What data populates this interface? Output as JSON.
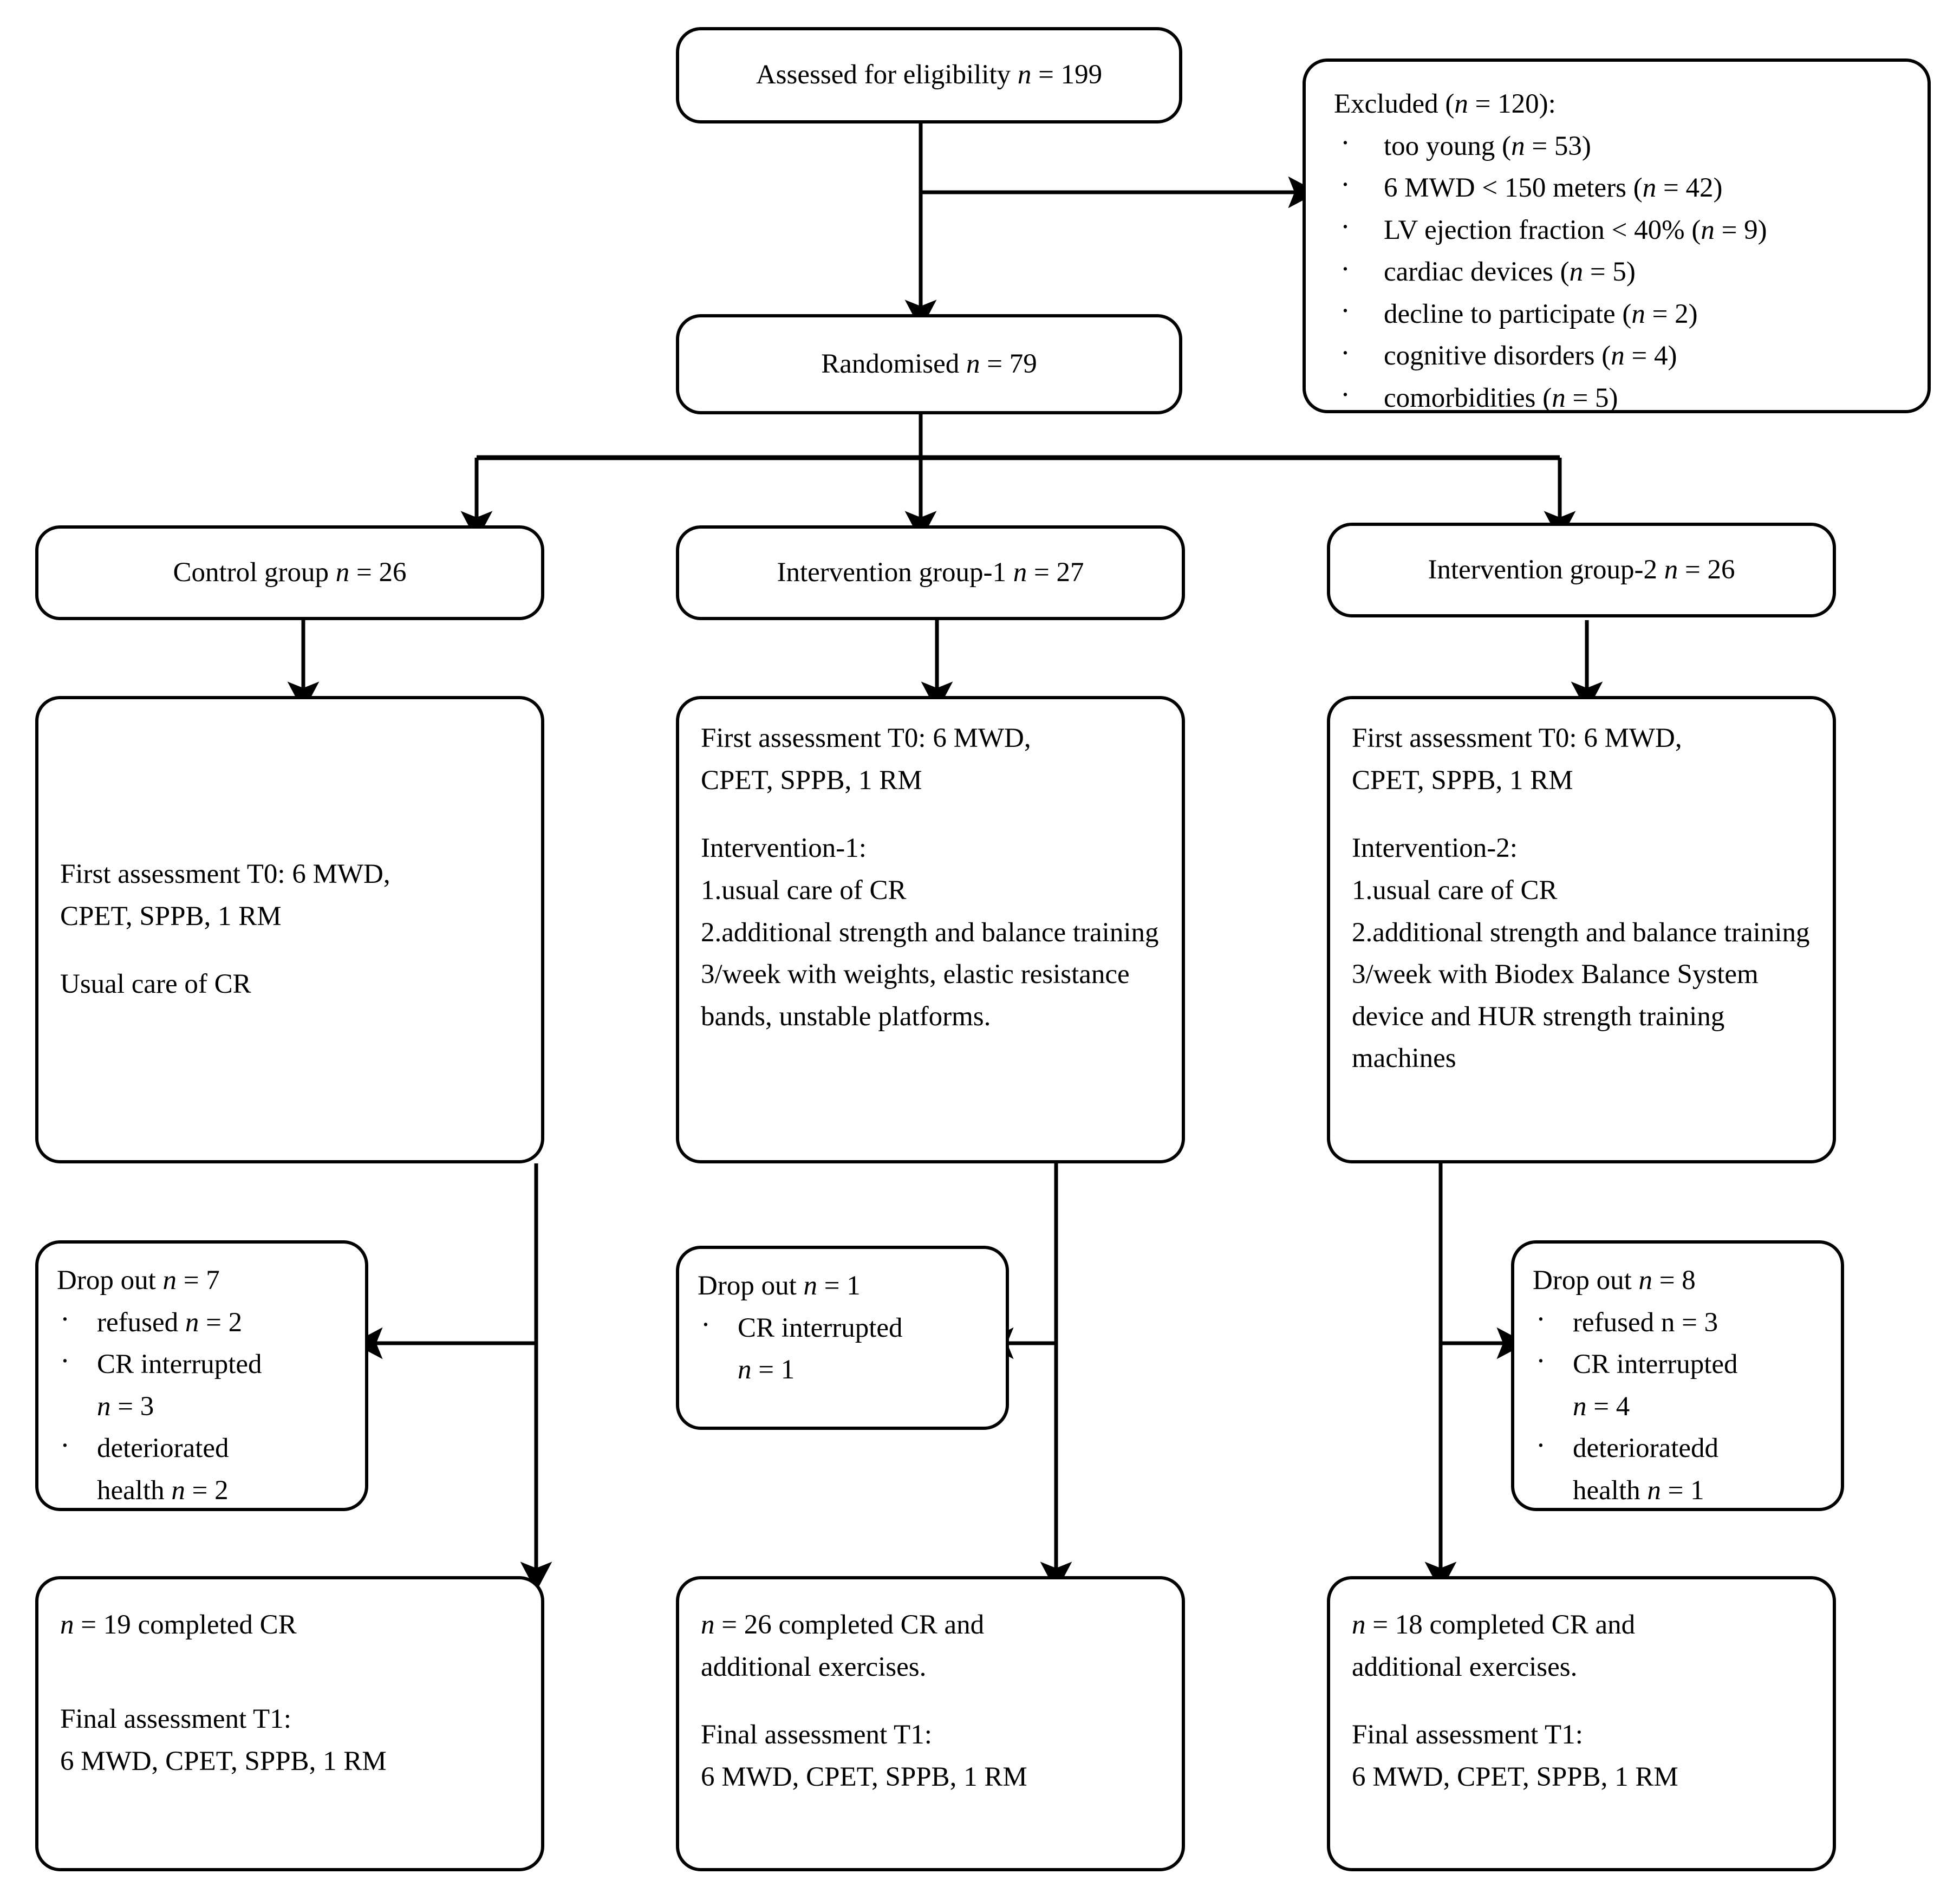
{
  "diagram": {
    "type": "consort-flow-diagram",
    "colors": {
      "stroke": "#000000",
      "background": "#ffffff",
      "text": "#000000"
    },
    "nodes": {
      "assessed": {
        "label": "Assessed  for eligibility ",
        "n_prefix": "n",
        "n_value": " = 199"
      },
      "excluded": {
        "heading_pre": "Excluded (",
        "heading_it": "n",
        "heading_post": " = 120):",
        "items": [
          {
            "text": "too young (",
            "it": "n",
            "post": " = 53)"
          },
          {
            "text": "6 MWD < 150 meters (",
            "it": "n",
            "post": " = 42)"
          },
          {
            "text": "LV ejection fraction < 40% (",
            "it": "n",
            "post": " = 9)"
          },
          {
            "text": "cardiac devices (",
            "it": "n",
            "post": " = 5)"
          },
          {
            "text": "decline to participate (",
            "it": "n",
            "post": " = 2)"
          },
          {
            "text": "cognitive disorders (",
            "it": "n",
            "post": " = 4)"
          },
          {
            "text": "comorbidities (",
            "it": "n",
            "post": " = 5)"
          }
        ]
      },
      "randomised": {
        "label": "Randomised ",
        "n_prefix": "n",
        "n_value": " = 79"
      },
      "group_control": {
        "label": "Control group ",
        "n_prefix": "n",
        "n_value": " = 26"
      },
      "group_int1": {
        "label": "Intervention group-1 ",
        "n_prefix": "n",
        "n_value": " = 27"
      },
      "group_int2": {
        "label": "Intervention group-2 ",
        "n_prefix": "n",
        "n_value": " = 26"
      },
      "control_content": {
        "assessment_l1": "First assessment  T0:  6 MWD,",
        "assessment_l2": "CPET, SPPB, 1 RM",
        "care": "Usual care of CR"
      },
      "int1_content": {
        "assessment_l1": "First assessment  T0:  6 MWD,",
        "assessment_l2": "CPET, SPPB, 1 RM",
        "title": "Intervention-1:",
        "item1": "1.usual care of CR",
        "item2": "2.additional strength and balance training 3/week with weights, elastic resistance bands, unstable platforms."
      },
      "int2_content": {
        "assessment_l1": "First assessment  T0:  6 MWD,",
        "assessment_l2": "CPET, SPPB, 1 RM",
        "title": "Intervention-2:",
        "item1": "1.usual care of CR",
        "item2": "2.additional strength and balance training 3/week with Biodex Balance System device and HUR strength training machines"
      },
      "dropout_control": {
        "heading_pre": "Drop out  ",
        "heading_it": "n",
        "heading_post": " = 7",
        "items": [
          {
            "text": "refused  ",
            "it": "n",
            "post": " = 2",
            "second": ""
          },
          {
            "text": "CR interrupted",
            "it": "n",
            "post": " = 3",
            "second": "n = 3"
          },
          {
            "text": "deteriorated",
            "it": "n",
            "post": " = 2",
            "second": "health n = 2"
          }
        ]
      },
      "dropout_int1": {
        "heading_pre": "Drop out ",
        "heading_it": "n",
        "heading_post": " = 1",
        "items": [
          {
            "text": "CR interrupted",
            "it": "n",
            "post": " = 1",
            "second": "n = 1"
          }
        ]
      },
      "dropout_int2": {
        "heading_pre": "Drop out ",
        "heading_it": "n",
        "heading_post": " = 8",
        "items": [
          {
            "text": "refused n = 3",
            "it": "",
            "post": "",
            "second": ""
          },
          {
            "text": "CR interrupted",
            "it": "n",
            "post": " = 4",
            "second": "n = 4"
          },
          {
            "text": "deterioratedd",
            "it": "n",
            "post": " = 1",
            "second": "health n = 1"
          }
        ]
      },
      "final_control": {
        "completed_it": "n",
        "completed_text": " = 19 completed CR",
        "final_l1": "Final assessment  T1:",
        "final_l2": "6 MWD, CPET, SPPB, 1 RM"
      },
      "final_int1": {
        "completed_it": "n",
        "completed_text": " = 26 completed CR and",
        "completed_text2": "additional exercises.",
        "final_l1": "Final assessment  T1:",
        "final_l2": "6 MWD, CPET, SPPB, 1 RM"
      },
      "final_int2": {
        "completed_it": "n",
        "completed_text": " = 18 completed CR and",
        "completed_text2": "additional exercises.",
        "final_l1": "Final assessment  T1:",
        "final_l2": "6 MWD, CPET, SPPB, 1 RM"
      }
    }
  }
}
